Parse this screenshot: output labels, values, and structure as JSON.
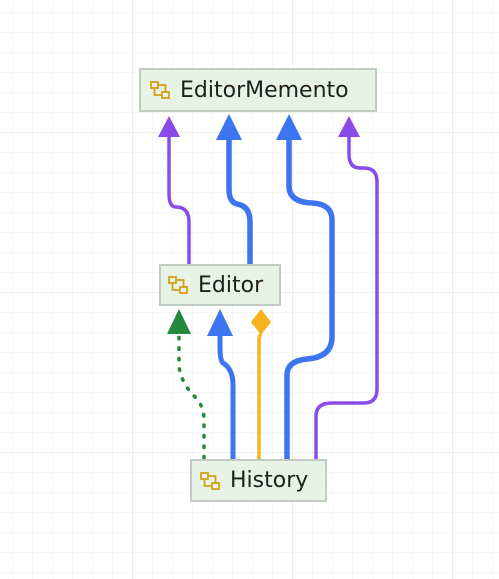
{
  "nodes": {
    "editormemento": {
      "label": "EditorMemento",
      "icon": "class-icon"
    },
    "editor": {
      "label": "Editor",
      "icon": "class-icon"
    },
    "history": {
      "label": "History",
      "icon": "class-icon"
    }
  },
  "edges": [
    {
      "from": "Editor",
      "to": "EditorMemento",
      "color": "#8a4be8",
      "style": "solid",
      "arrowhead": "triangle"
    },
    {
      "from": "Editor",
      "to": "EditorMemento",
      "color": "#3d74f0",
      "style": "solid",
      "arrowhead": "triangle"
    },
    {
      "from": "History",
      "to": "EditorMemento",
      "color": "#3d74f0",
      "style": "solid",
      "arrowhead": "triangle"
    },
    {
      "from": "History",
      "to": "EditorMemento",
      "color": "#8a4be8",
      "style": "solid",
      "arrowhead": "triangle"
    },
    {
      "from": "History",
      "to": "Editor",
      "color": "#23893c",
      "style": "dotted",
      "arrowhead": "triangle"
    },
    {
      "from": "History",
      "to": "Editor",
      "color": "#3d74f0",
      "style": "solid",
      "arrowhead": "triangle"
    },
    {
      "from": "History",
      "to": "Editor",
      "color": "#f7b21c",
      "style": "solid",
      "arrowhead": "diamond"
    }
  ],
  "colors": {
    "node_fill": "#e7f3e6",
    "node_border": "#c2cbc2",
    "icon": "#d4a017",
    "purple": "#8a4be8",
    "blue": "#3d74f0",
    "green": "#23893c",
    "gold": "#f7b21c"
  }
}
